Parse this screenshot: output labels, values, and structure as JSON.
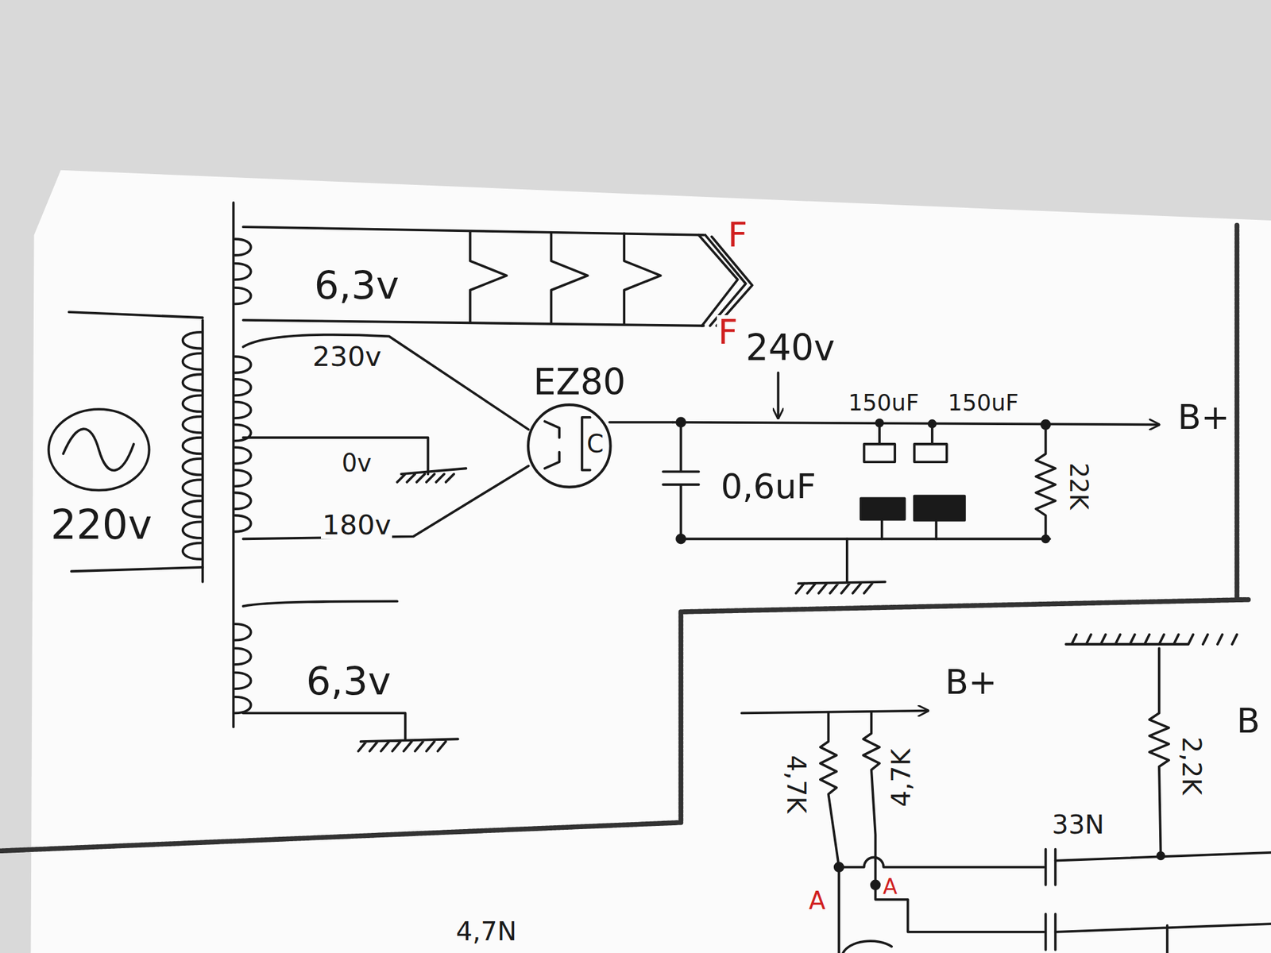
{
  "diagram": {
    "nodes": [
      {
        "text": [
          "EZ80",
          "C"
        ]
      }
    ],
    "labels": [
      "6,3v",
      "230v",
      "0v",
      "180v",
      "6,3v",
      "220v",
      "F",
      "F",
      "240v",
      "0,6uF",
      "150uF",
      "150uF",
      "B+",
      "22K",
      "B+",
      "4,7K",
      "4,7K",
      "2,2K",
      "33N",
      "A",
      "A",
      "4,7N",
      "B"
    ]
  }
}
